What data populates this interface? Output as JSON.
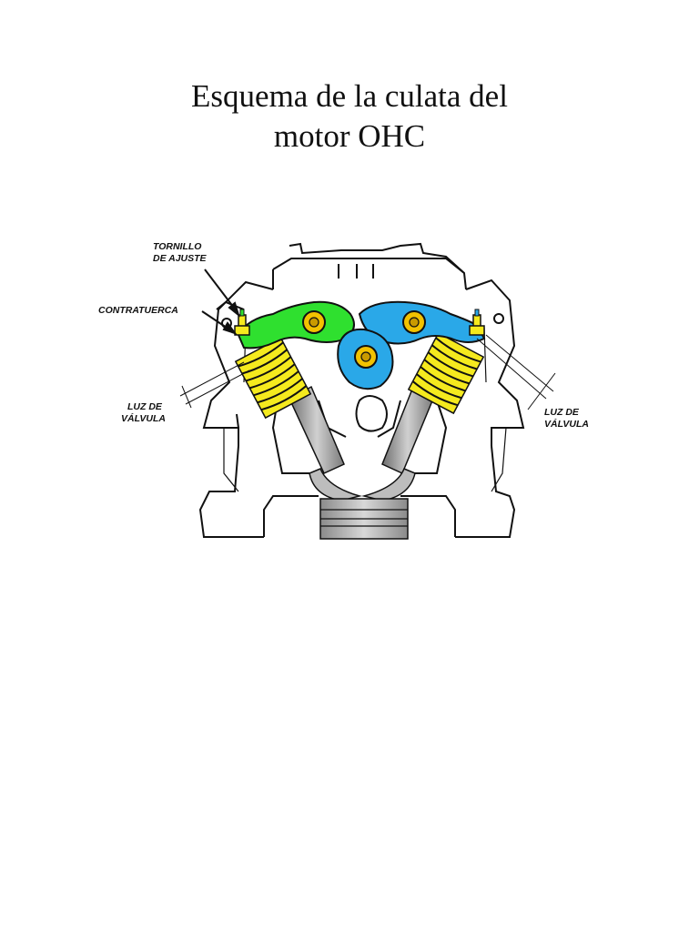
{
  "document": {
    "title_line1": "Esquema de la culata del",
    "title_line2": "motor OHC"
  },
  "diagram": {
    "labels": {
      "adjust_screw_line1": "TORNILLO",
      "adjust_screw_line2": "DE AJUSTE",
      "locknut": "CONTRATUERCA",
      "clearance_left_line1": "LUZ DE",
      "clearance_left_line2": "VÁLVULA",
      "clearance_right_line1": "LUZ DE",
      "clearance_right_line2": "VÁLVULA"
    },
    "colors": {
      "intake_rocker": "#2fe02f",
      "exhaust_rocker": "#2aa8e8",
      "camshaft_lobe": "#2aa8e8",
      "springs": "#f5ea1e",
      "pivots": "#f2c200",
      "valve_stems": "#9a9a9a",
      "outline": "#111111"
    }
  }
}
